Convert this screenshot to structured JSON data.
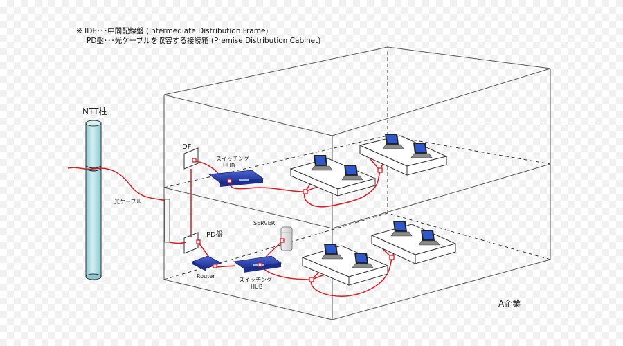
{
  "note": {
    "line1": "※ IDF･･･中間配線盤 (Intermediate Distribution Frame)",
    "line2": "PD盤･･･光ケーブルを収容する接続箱 (Premise Distribution Cabinet)"
  },
  "labels": {
    "ntt_pole": "NTT柱",
    "fiber_cable": "光ケーブル",
    "idf": "IDF",
    "pd_panel": "PD盤",
    "hub_upper_line1": "スイッチング",
    "hub_upper_line2": "HUB",
    "server": "SERVER",
    "router": "Router",
    "hub_lower_line1": "スイッチング",
    "hub_lower_line2": "HUB",
    "company": "A企業"
  },
  "colors": {
    "cable": "#e8141e",
    "pole": "#b7e1e6",
    "device": "#2d44b4",
    "laptop_screen": "#2f58c8",
    "edges": "#555555"
  }
}
